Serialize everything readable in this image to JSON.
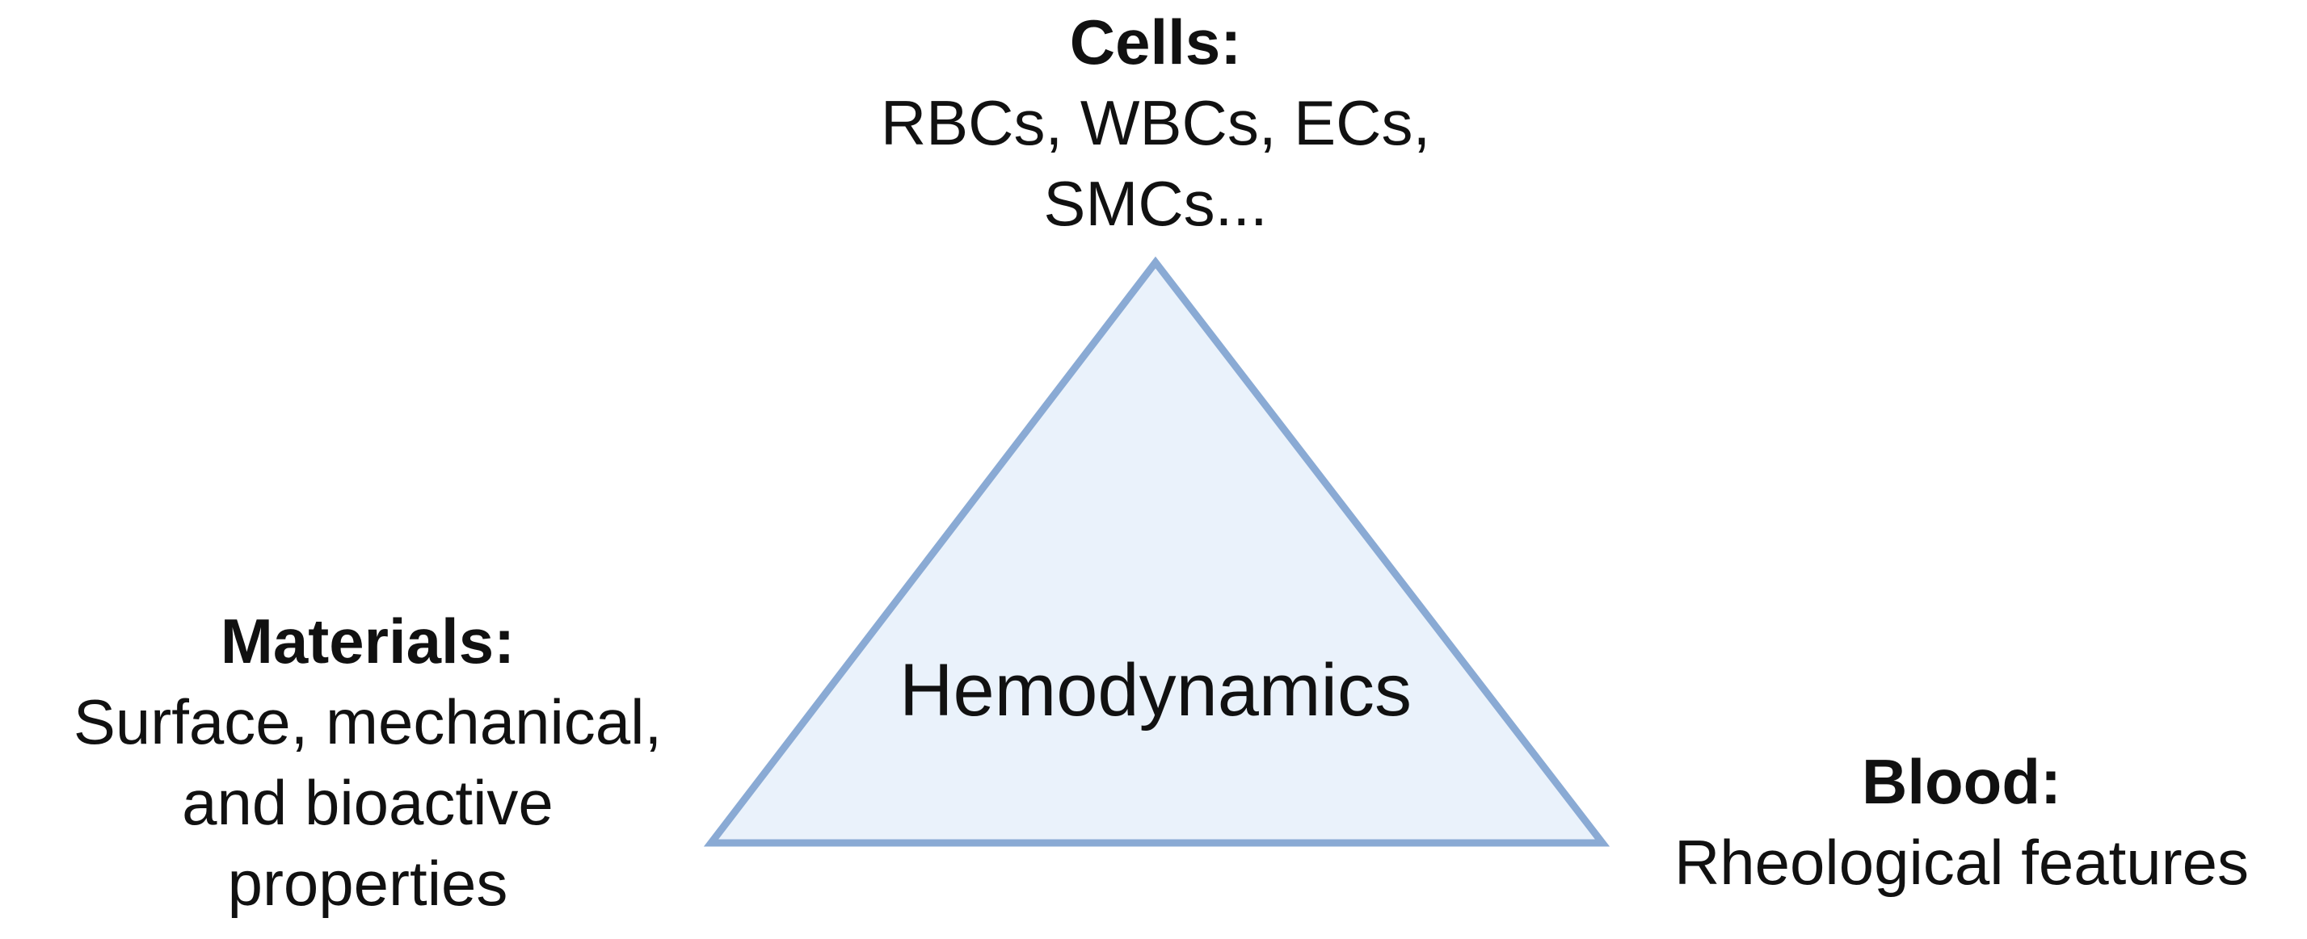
{
  "diagram": {
    "center": {
      "label": "Hemodynamics"
    },
    "cells": {
      "heading": "Cells:",
      "lines": [
        "RBCs, WBCs, ECs,",
        "SMCs..."
      ]
    },
    "materials": {
      "heading": "Materials:",
      "lines": [
        "Surface, mechanical,",
        "and bioactive",
        "properties"
      ]
    },
    "blood": {
      "heading": "Blood:",
      "lines": [
        "Rheological features"
      ]
    },
    "colors": {
      "triangle_fill": "#eaf2fb",
      "triangle_stroke": "#8aaad4",
      "text": "#111111"
    }
  }
}
